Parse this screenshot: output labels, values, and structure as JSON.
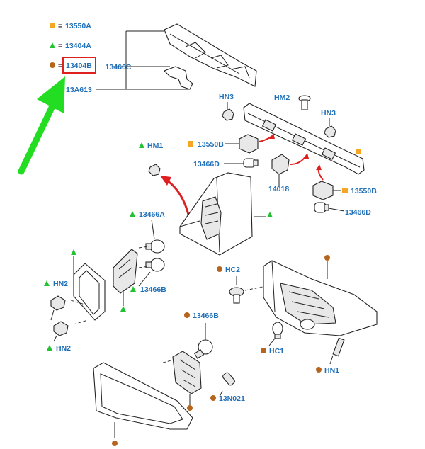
{
  "colors": {
    "label": "#1f6fb8",
    "square_marker": "#f5a623",
    "triangle_marker": "#22c232",
    "circle_marker": "#b5651d",
    "highlight_box": "#e02020",
    "pointer_arrow": "#22dd22",
    "red_arrow": "#e02020"
  },
  "legend": {
    "square": {
      "icon": "orange-square",
      "eq": "=",
      "code": "13550A"
    },
    "triangle": {
      "icon": "green-triangle",
      "eq": "=",
      "code": "13404A"
    },
    "circle": {
      "icon": "brown-circle",
      "eq": "=",
      "code": "13404B",
      "highlighted": true
    }
  },
  "labels": {
    "c13466C": "13466C",
    "c13A613": "13A613",
    "hn3_left": "HN3",
    "hm2": "HM2",
    "hn3_right": "HN3",
    "c13550B_left": "13550B",
    "c13466D_left": "13466D",
    "c14018": "14018",
    "c13550B_right": "13550B",
    "c13466D_right": "13466D",
    "hm1": "HM1",
    "c13466A": "13466A",
    "hn2_top": "HN2",
    "c13466B_left": "13466B",
    "hn2_bottom": "HN2",
    "hc2": "HC2",
    "hc1": "HC1",
    "hn1": "HN1",
    "c13466B_center": "13466B",
    "c13N021": "13N021"
  }
}
